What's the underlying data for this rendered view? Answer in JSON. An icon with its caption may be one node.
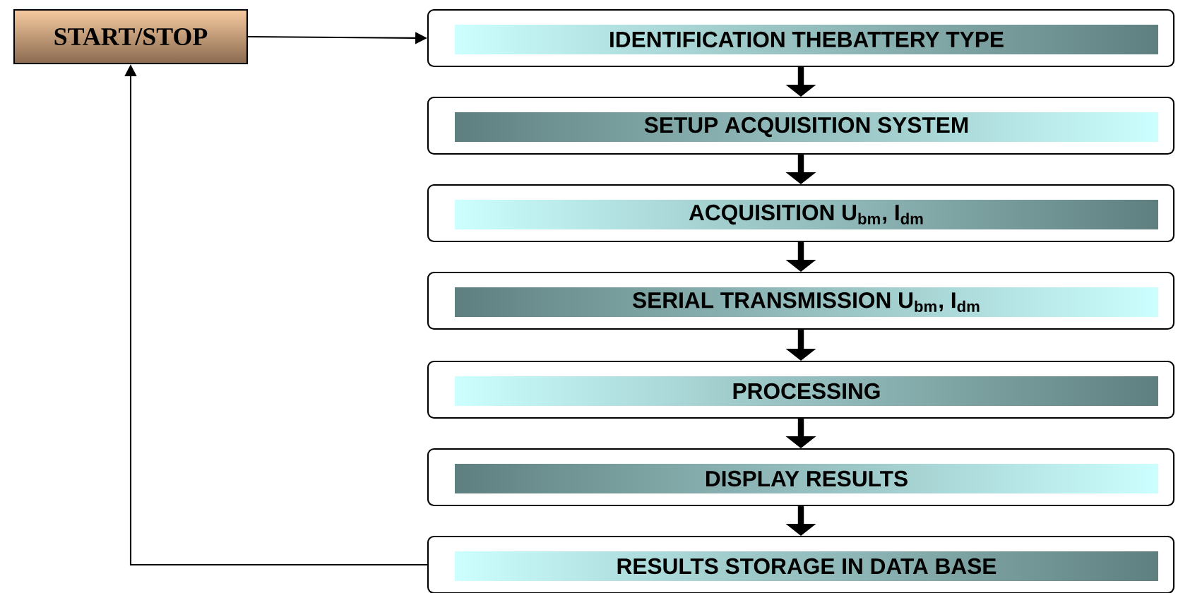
{
  "diagram": {
    "nodes": [
      {
        "text": [
          "START/STOP"
        ]
      },
      {
        "text": [
          "IDENTIFICATION THEBATTERY TYPE"
        ]
      },
      {
        "text": [
          "SETUP ACQUISITION SYSTEM"
        ]
      },
      {
        "text": [
          "ACQUISITION  U$_{bm}$, I$_{dm}$"
        ]
      },
      {
        "text": [
          "SERIAL TRANSMISSION  U$_{bm}$, I$_{dm}$"
        ]
      },
      {
        "text": [
          "PROCESSING"
        ]
      },
      {
        "text": [
          "DISPLAY RESULTS"
        ]
      },
      {
        "text": [
          "RESULTS STORAGE IN DATA BASE"
        ]
      }
    ],
    "edges": [
      {
        "from": 0,
        "to": 1,
        "arrow": "to"
      },
      {
        "from": 1,
        "to": 2,
        "arrow": "to"
      },
      {
        "from": 2,
        "to": 3,
        "arrow": "to"
      },
      {
        "from": 3,
        "to": 4,
        "arrow": "to"
      },
      {
        "from": 4,
        "to": 5,
        "arrow": "to"
      },
      {
        "from": 5,
        "to": 6,
        "arrow": "to"
      },
      {
        "from": 6,
        "to": 7,
        "arrow": "to"
      },
      {
        "from": 7,
        "to": 0,
        "arrow": "to"
      }
    ]
  }
}
